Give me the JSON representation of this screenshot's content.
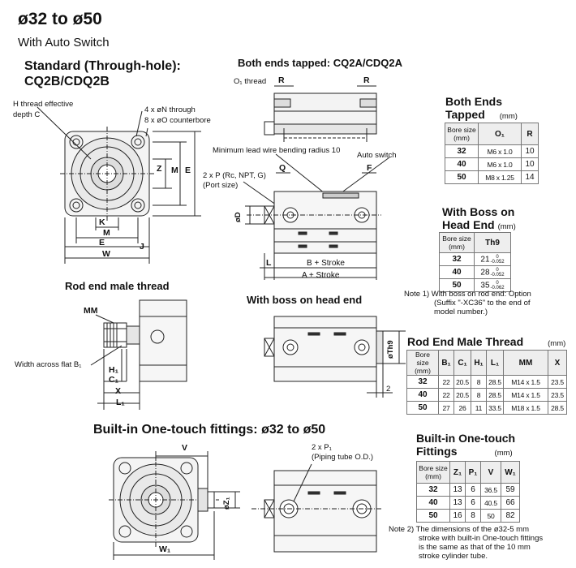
{
  "header": {
    "title": "ø32 to ø50",
    "subtitle": "With Auto Switch"
  },
  "standard": {
    "title_line1": "Standard (Through-hole):",
    "title_line2": "CQ2B/CDQ2B",
    "h_label": "H thread effective",
    "depth_label": "depth C",
    "n_label": "4 x øN through",
    "o_label": "8 x øO counterbore",
    "dims": {
      "K": "K",
      "M": "M",
      "E": "E",
      "W": "W",
      "J": "J",
      "Z": "Z"
    }
  },
  "both_ends": {
    "title": "Both ends tapped: CQ2A/CDQ2A",
    "o1": "O₁ thread",
    "r": "R",
    "lead_wire": "Minimum lead wire bending radius 10",
    "auto_switch": "Auto switch",
    "port": "2 x P (Rc, NPT, G)",
    "port_size": "(Port size)",
    "q": "Q",
    "f": "F",
    "d": "øD",
    "l": "L",
    "b_stroke": "B + Stroke",
    "a_stroke": "A + Stroke"
  },
  "rod_end": {
    "title": "Rod end male thread",
    "mm": "MM",
    "width_flat": "Width across flat B₁",
    "h1": "H₁",
    "c1": "C₁",
    "x": "X",
    "l1": "L₁"
  },
  "boss": {
    "title": "With boss on  head end",
    "th9": "øTh9",
    "two": "2"
  },
  "fittings": {
    "title": "Built-in One-touch fittings: ø32 to ø50",
    "v": "V",
    "p1": "2 x P₁",
    "tube": "(Piping tube O.D.)",
    "z1": "øZ₁",
    "w1": "W₁"
  },
  "table_both": {
    "title_line1": "Both Ends",
    "title_line2": "Tapped",
    "unit": "(mm)",
    "headers": [
      "Bore size (mm)",
      "O₁",
      "R"
    ],
    "rows": [
      [
        "32",
        "M6 x 1.0",
        "10"
      ],
      [
        "40",
        "M6 x 1.0",
        "10"
      ],
      [
        "50",
        "M8 x 1.25",
        "14"
      ]
    ]
  },
  "table_boss": {
    "title_line1": "With Boss on",
    "title_line2": "Head End",
    "unit": "(mm)",
    "headers": [
      "Bore size (mm)",
      "Th9"
    ],
    "rows": [
      [
        "32",
        "21",
        "0",
        "-0.052"
      ],
      [
        "40",
        "28",
        "0",
        "-0.052"
      ],
      [
        "50",
        "35",
        "0",
        "-0.062"
      ]
    ]
  },
  "note1": {
    "line1": "Note 1) With boss on rod end: Option",
    "line2": "(Suffix \"-XC36\" to the end of",
    "line3": "model number.)"
  },
  "table_rod": {
    "title": "Rod End Male Thread",
    "unit": "(mm)",
    "headers": [
      "Bore size (mm)",
      "B₁",
      "C₁",
      "H₁",
      "L₁",
      "MM",
      "X"
    ],
    "rows": [
      [
        "32",
        "22",
        "20.5",
        "8",
        "28.5",
        "M14 x 1.5",
        "23.5"
      ],
      [
        "40",
        "22",
        "20.5",
        "8",
        "28.5",
        "M14 x 1.5",
        "23.5"
      ],
      [
        "50",
        "27",
        "26",
        "11",
        "33.5",
        "M18 x 1.5",
        "28.5"
      ]
    ]
  },
  "table_fit": {
    "title_line1": "Built-in One-touch",
    "title_line2": "Fittings",
    "unit": "(mm)",
    "headers": [
      "Bore size (mm)",
      "Z₁",
      "P₁",
      "V",
      "W₁"
    ],
    "rows": [
      [
        "32",
        "13",
        "6",
        "36.5",
        "59"
      ],
      [
        "40",
        "13",
        "6",
        "40.5",
        "66"
      ],
      [
        "50",
        "16",
        "8",
        "50",
        "82"
      ]
    ]
  },
  "note2": {
    "line1": "Note 2) The dimensions of the ø32-5 mm",
    "line2": "stroke with built-in One-touch fittings",
    "line3": "is the same as that of the 10 mm",
    "line4": "stroke cylinder tube."
  }
}
